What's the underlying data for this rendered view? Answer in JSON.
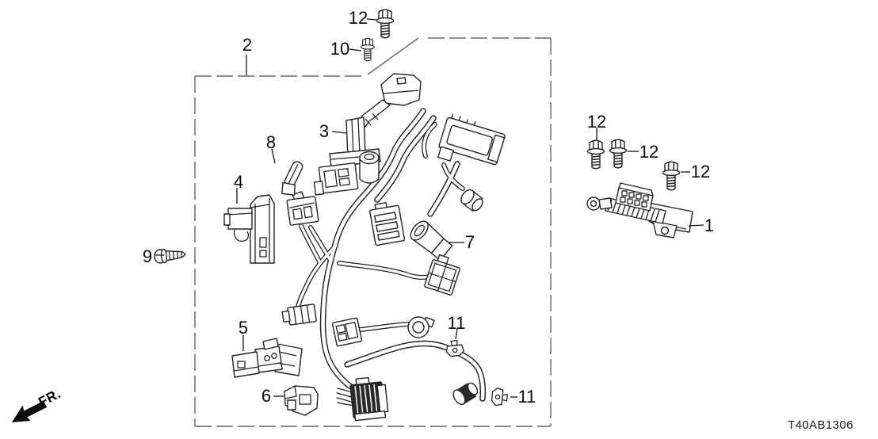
{
  "diagram": {
    "code": "T40AB1306",
    "orientation_label": "FR.",
    "callouts": {
      "c1": "1",
      "c2": "2",
      "c3": "3",
      "c4": "4",
      "c5": "5",
      "c6": "6",
      "c7": "7",
      "c8": "8",
      "c9": "9",
      "c10": "10",
      "c11_a": "11",
      "c11_b": "11",
      "c12_top": "12",
      "c12_a": "12",
      "c12_b": "12",
      "c12_c": "12"
    },
    "colors": {
      "background": "#ffffff",
      "line": "#232323",
      "boundary": "#7d7d7d",
      "text": "#0a0a0a"
    }
  }
}
